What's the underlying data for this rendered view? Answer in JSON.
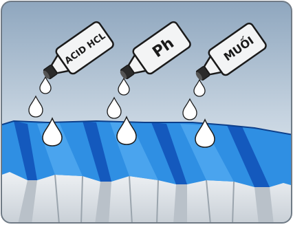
{
  "illustration": {
    "bottles": [
      {
        "label": "ACID HCL",
        "icon": "chemical-bottle"
      },
      {
        "label": "Ph",
        "icon": "chemical-bottle"
      },
      {
        "label": "MUỐI",
        "icon": "chemical-bottle"
      }
    ],
    "colors": {
      "sky_top": "#8fa7bf",
      "sky_bottom": "#e6edf3",
      "roof_light": "#2f8fe3",
      "roof_dark": "#1257b8",
      "roof_edge": "#0d3f8a",
      "sheet_face": "#dde3e8",
      "sheet_shadow": "#a9b3bc",
      "bottle_body": "#f3f4f5",
      "bottle_outline": "#1a1a1a",
      "droplet": "#ffffff"
    }
  }
}
